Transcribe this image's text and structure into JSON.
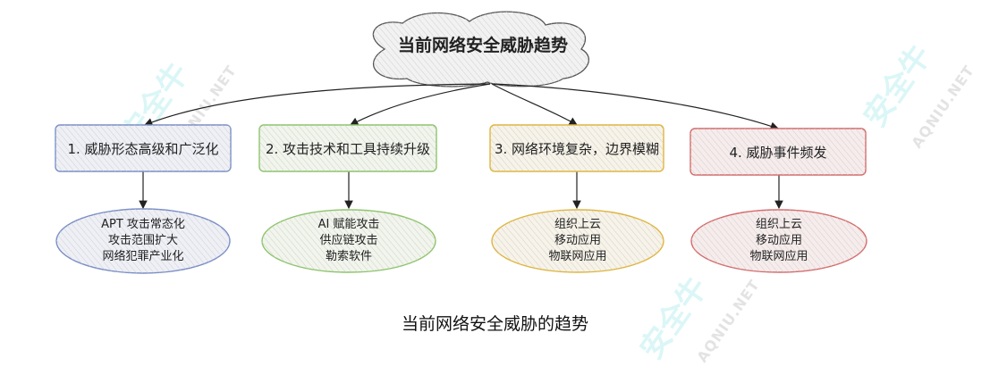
{
  "title": "当前网络安全威胁趋势",
  "caption": "当前网络安全威胁的趋势",
  "watermark": {
    "text": "安全牛",
    "sub": "AQNIU.NET"
  },
  "colors": {
    "box1": "#7a8ec6",
    "box2": "#8cc46a",
    "box3": "#e0b43a",
    "box4": "#d46a6a",
    "arrow": "#222222"
  },
  "branches": [
    {
      "label": "1. 威胁形态高级和广泛化",
      "details": [
        "APT 攻击常态化",
        "攻击范围扩大",
        "网络犯罪产业化"
      ]
    },
    {
      "label": "2. 攻击技术和工具持续升级",
      "details": [
        "AI 赋能攻击",
        "供应链攻击",
        "勒索软件"
      ]
    },
    {
      "label": "3. 网络环境复杂，边界模糊",
      "details": [
        "组织上云",
        "移动应用",
        "物联网应用"
      ]
    },
    {
      "label": "4. 威胁事件频发",
      "details": [
        "组织上云",
        "移动应用",
        "物联网应用"
      ]
    }
  ]
}
